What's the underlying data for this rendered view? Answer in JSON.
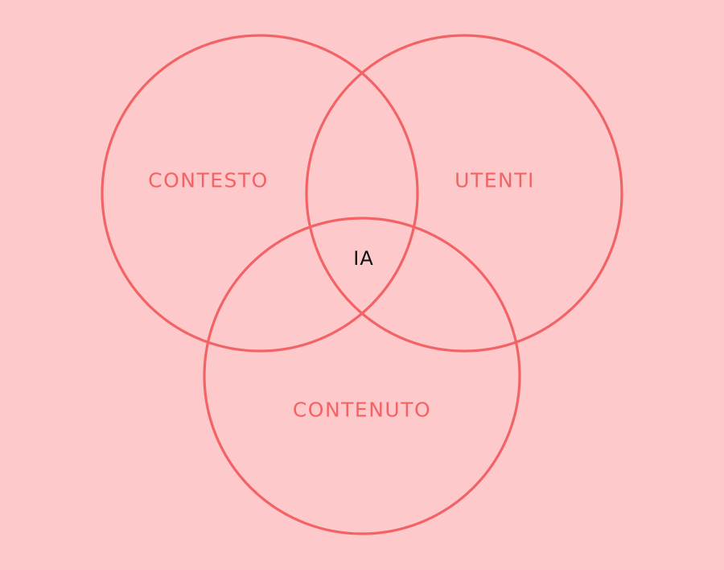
{
  "diagram": {
    "type": "venn",
    "colors": {
      "background": "#fdc9ca",
      "ring": "#f26366",
      "ring_label": "#f26366",
      "intersection_label": "#111111"
    },
    "sets": [
      {
        "id": "contesto",
        "label": "CONTESTO"
      },
      {
        "id": "utenti",
        "label": "UTENTI"
      },
      {
        "id": "contenuto",
        "label": "CONTENUTO"
      }
    ],
    "intersection_label": "IA"
  }
}
